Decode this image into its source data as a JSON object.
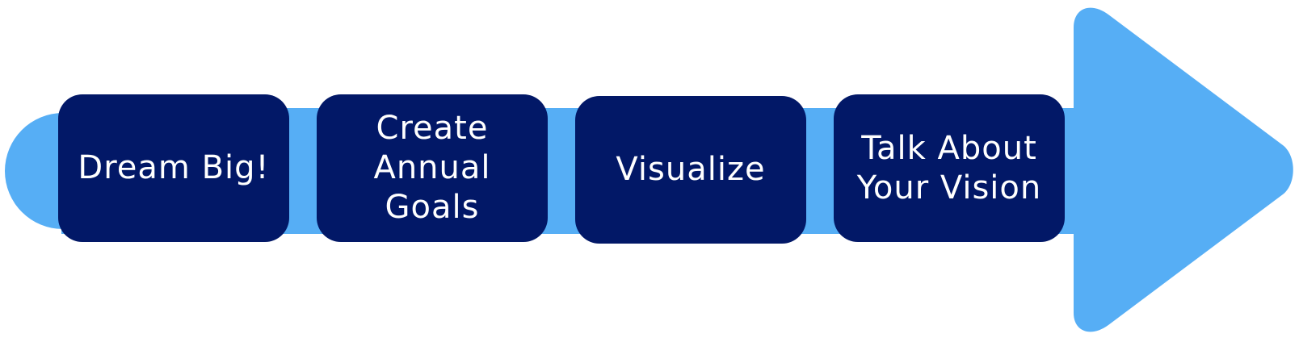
{
  "colors": {
    "arrow": "#56AEF5",
    "box": "#021867",
    "text": "#FFFFFF"
  },
  "steps": [
    {
      "label": "Dream Big!"
    },
    {
      "label": "Create\nAnnual\nGoals"
    },
    {
      "label": "Visualize"
    },
    {
      "label": "Talk About\nYour Vision"
    }
  ]
}
